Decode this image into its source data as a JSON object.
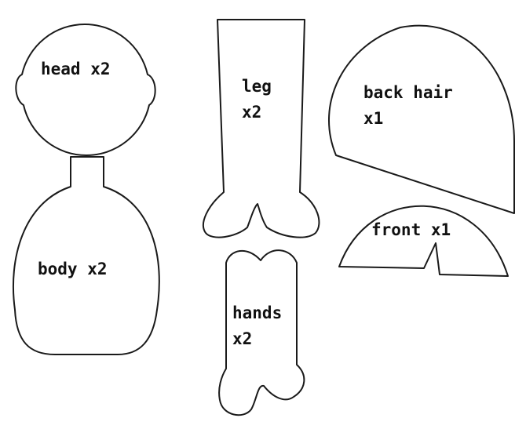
{
  "pattern": {
    "pieces": {
      "head": {
        "name": "head",
        "count": "x2"
      },
      "leg": {
        "name": "leg",
        "count": "x2"
      },
      "back_hair": {
        "name": "back hair",
        "count": "x1"
      },
      "body": {
        "name": "body",
        "count": "x2"
      },
      "front": {
        "name": "front",
        "count": "x1"
      },
      "hands": {
        "name": "hands",
        "count": "x2"
      }
    }
  },
  "colors": {
    "outline": "#1a1a1a",
    "fill": "#ffffff",
    "text": "#111111"
  }
}
